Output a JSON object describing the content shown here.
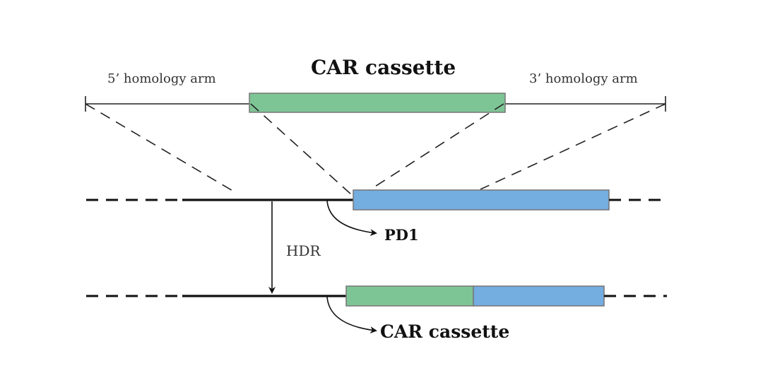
{
  "labels": {
    "five_prime_arm": "5’  homology arm",
    "cassette_title": "CAR cassette",
    "three_prime_arm": "3’  homology arm",
    "hdr": "HDR",
    "pd1": "PD1",
    "car_cassette_result": "CAR cassette"
  },
  "colors": {
    "cassette": "#7ec596",
    "gene": "#74ade0",
    "box_stroke": "#777777",
    "line": "#111111"
  }
}
